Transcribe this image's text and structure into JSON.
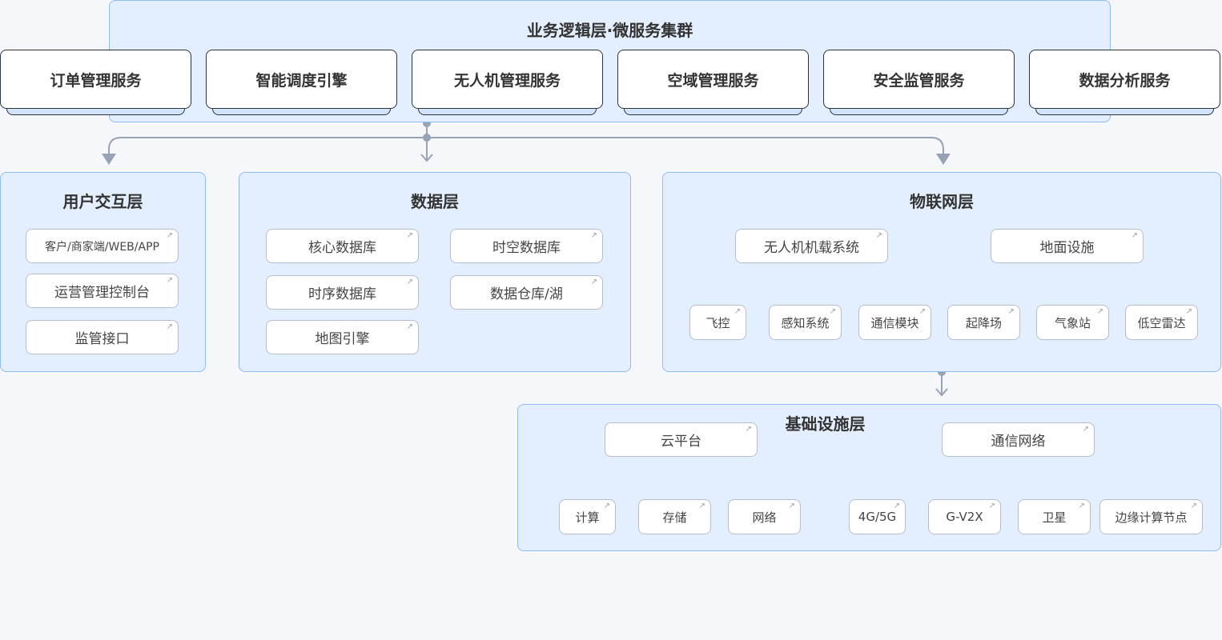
{
  "business_layer": {
    "title": "业务逻辑层·微服务集群",
    "services": [
      "订单管理服务",
      "智能调度引擎",
      "无人机管理服务",
      "空域管理服务",
      "安全监管服务",
      "数据分析服务"
    ]
  },
  "user_layer": {
    "title": "用户交互层",
    "items": [
      "客户/商家端/WEB/APP",
      "运营管理控制台",
      "监管接口"
    ]
  },
  "data_layer": {
    "title": "数据层",
    "items": [
      "核心数据库",
      "时空数据库",
      "时序数据库",
      "数据仓库/湖",
      "地图引擎"
    ]
  },
  "iot_layer": {
    "title": "物联网层",
    "onboard": {
      "label": "无人机机载系统",
      "children": [
        "飞控",
        "感知系统",
        "通信模块"
      ]
    },
    "ground": {
      "label": "地面设施",
      "children": [
        "起降场",
        "气象站",
        "低空雷达"
      ]
    }
  },
  "infra_layer": {
    "title": "基础设施层",
    "cloud": {
      "label": "云平台",
      "children": [
        "计算",
        "存储",
        "网络"
      ]
    },
    "network": {
      "label": "通信网络",
      "children": [
        "4G/5G",
        "G-V2X",
        "卫星",
        "边缘计算节点"
      ]
    }
  },
  "icons": {
    "external_link": "↗"
  },
  "colors": {
    "panel_fill": "#e3eeff",
    "panel_border": "#8fbdf0",
    "connector": "#97a3b5"
  }
}
